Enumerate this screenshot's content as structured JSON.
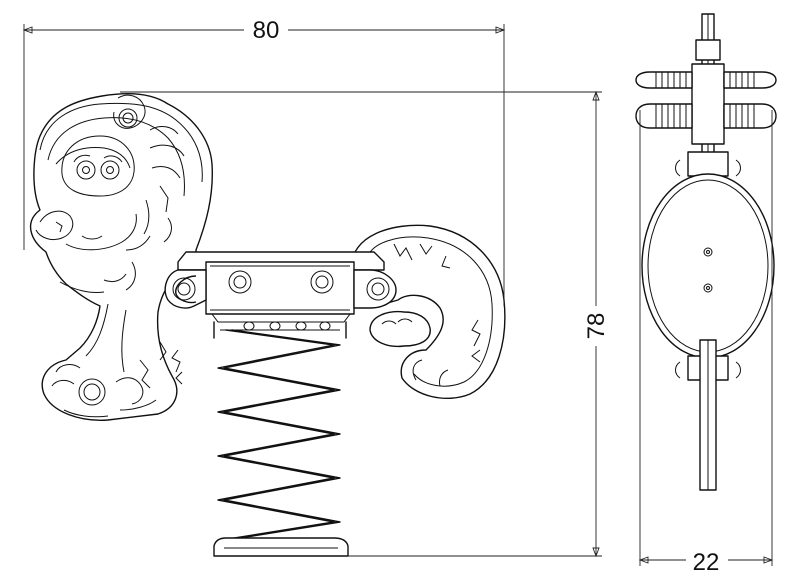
{
  "dimensions": {
    "width_label": "80",
    "height_label": "78",
    "depth_label": "22"
  },
  "views": {
    "front": "monkey-spring-rider-front",
    "side": "spring-rider-side"
  }
}
